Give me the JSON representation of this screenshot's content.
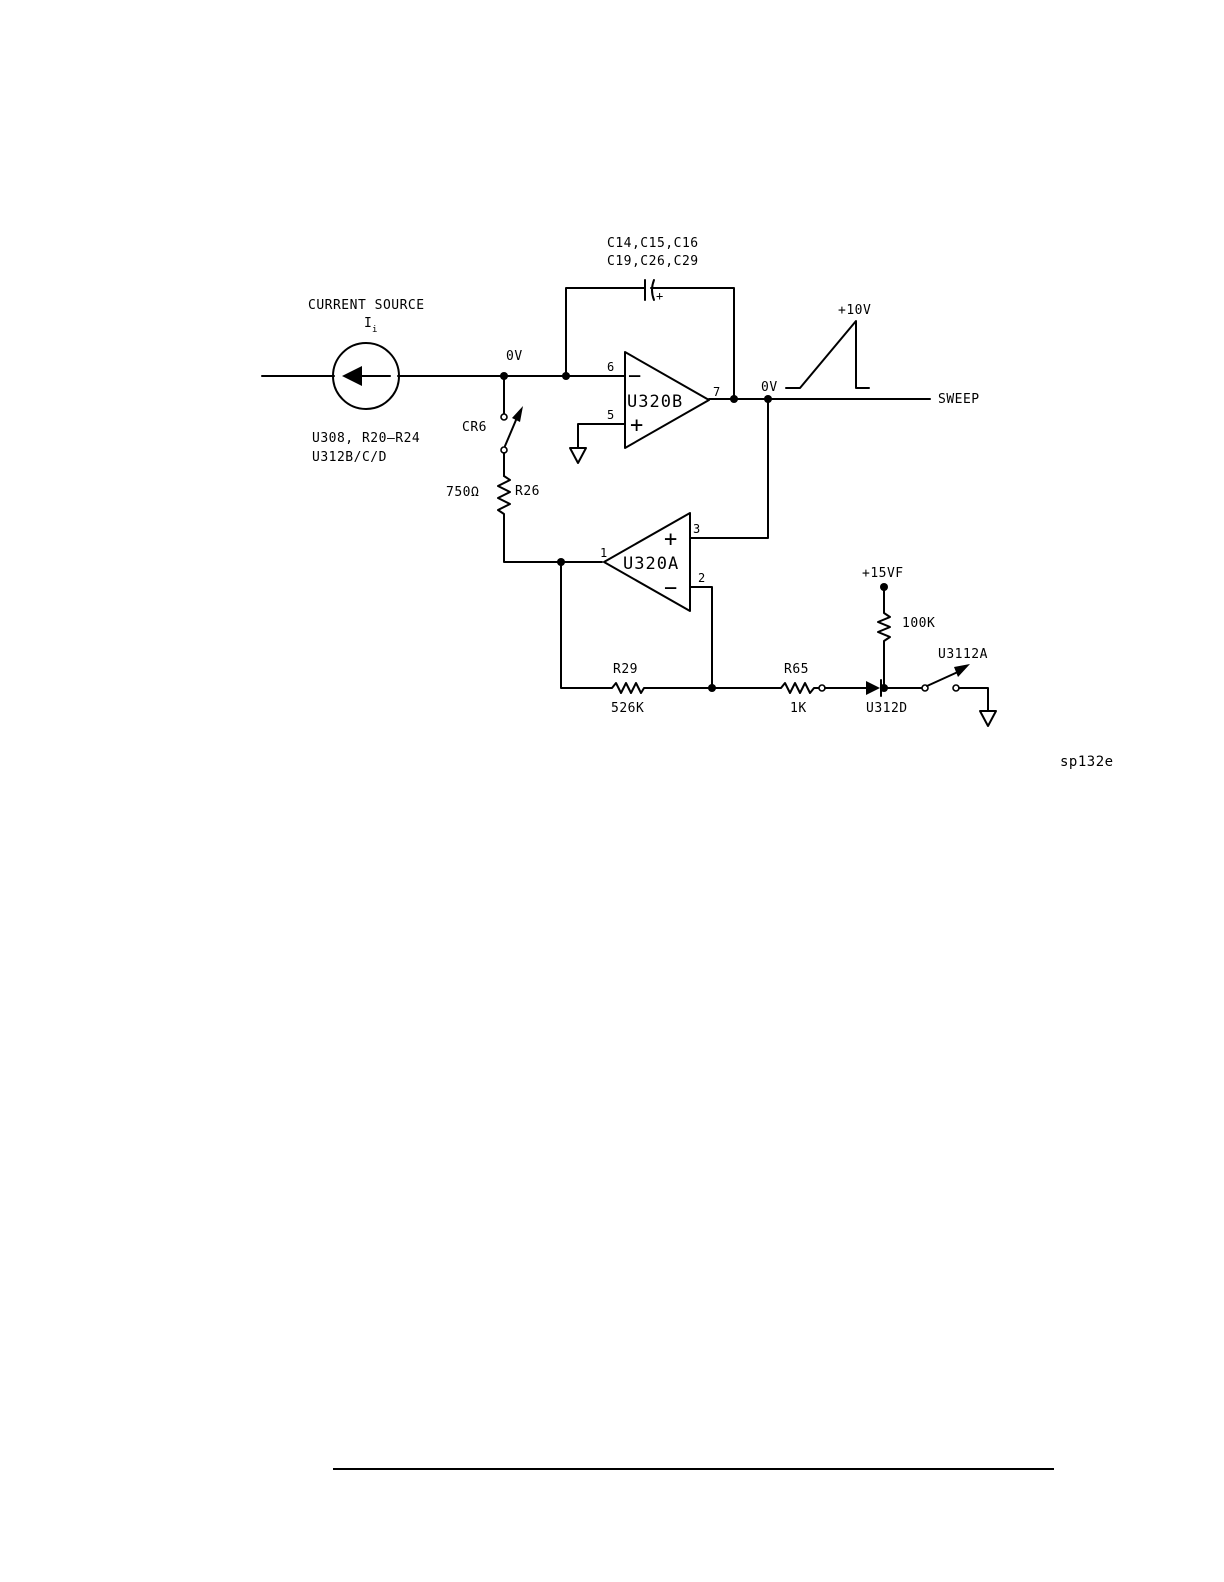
{
  "labels": {
    "current_source": "CURRENT SOURCE",
    "current_symbol": "I",
    "current_symbol_sub": "i",
    "source_parts_1": "U308, R20–R24",
    "source_parts_2": "U312B/C/D",
    "node_0v_input": "0V",
    "node_0v_output": "0V",
    "caps_1": "C14,C15,C16",
    "caps_2": "C19,C26,C29",
    "cap_polarity": "+",
    "ramp_peak": "+10V",
    "sweep": "SWEEP",
    "cr6": "CR6",
    "r26_value": "750Ω",
    "r26": "R26",
    "r29": "R29",
    "r29_value": "526K",
    "r65": "R65",
    "r65_value": "1K",
    "supply": "+15VF",
    "pullup_value": "100K",
    "switch_ref": "U3112A",
    "diode_ref": "U312D",
    "figure_id": "sp132e"
  },
  "opamps": {
    "u320b": {
      "ref": "U320B",
      "minus_sign": "−",
      "plus_sign": "+",
      "pin_minus": "6",
      "pin_plus": "5",
      "pin_out": "7"
    },
    "u320a": {
      "ref": "U320A",
      "minus_sign": "−",
      "plus_sign": "+",
      "pin_minus": "2",
      "pin_plus": "3",
      "pin_out": "1"
    }
  }
}
